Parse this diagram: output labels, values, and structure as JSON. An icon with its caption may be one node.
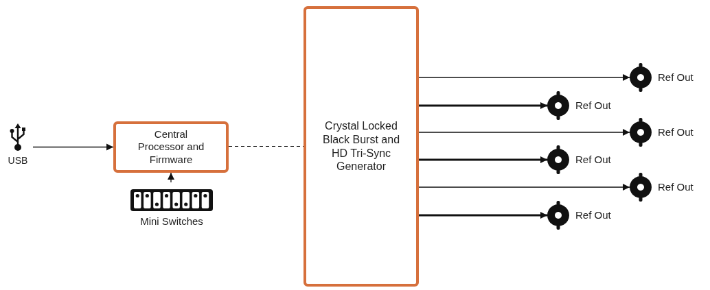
{
  "diagram": {
    "nodes": [
      {
        "text": [
          "USB"
        ]
      },
      {
        "text": [
          "Central Processor and Firmware"
        ]
      },
      {
        "text": [
          "Mini Switches"
        ]
      },
      {
        "text": [
          "Crystal Locked Black Burst and HD Tri-Sync Generator"
        ]
      },
      {
        "text": [
          "Ref Out"
        ]
      },
      {
        "text": [
          "Ref Out"
        ]
      },
      {
        "text": [
          "Ref Out"
        ]
      },
      {
        "text": [
          "Ref Out"
        ]
      },
      {
        "text": [
          "Ref Out"
        ]
      },
      {
        "text": [
          "Ref Out"
        ]
      }
    ],
    "edges": [
      {
        "from": 0,
        "to": 1,
        "arrow": "to"
      },
      {
        "from": 2,
        "to": 1,
        "arrow": "to"
      },
      {
        "from": 1,
        "to": 3,
        "arrow": "none",
        "style": "dashed"
      },
      {
        "from": 3,
        "to": 4,
        "arrow": "to"
      },
      {
        "from": 3,
        "to": 5,
        "arrow": "to",
        "style": "thick"
      },
      {
        "from": 3,
        "to": 6,
        "arrow": "to"
      },
      {
        "from": 3,
        "to": 7,
        "arrow": "to",
        "style": "thick"
      },
      {
        "from": 3,
        "to": 8,
        "arrow": "to"
      },
      {
        "from": 3,
        "to": 9,
        "arrow": "to",
        "style": "thick"
      }
    ]
  }
}
